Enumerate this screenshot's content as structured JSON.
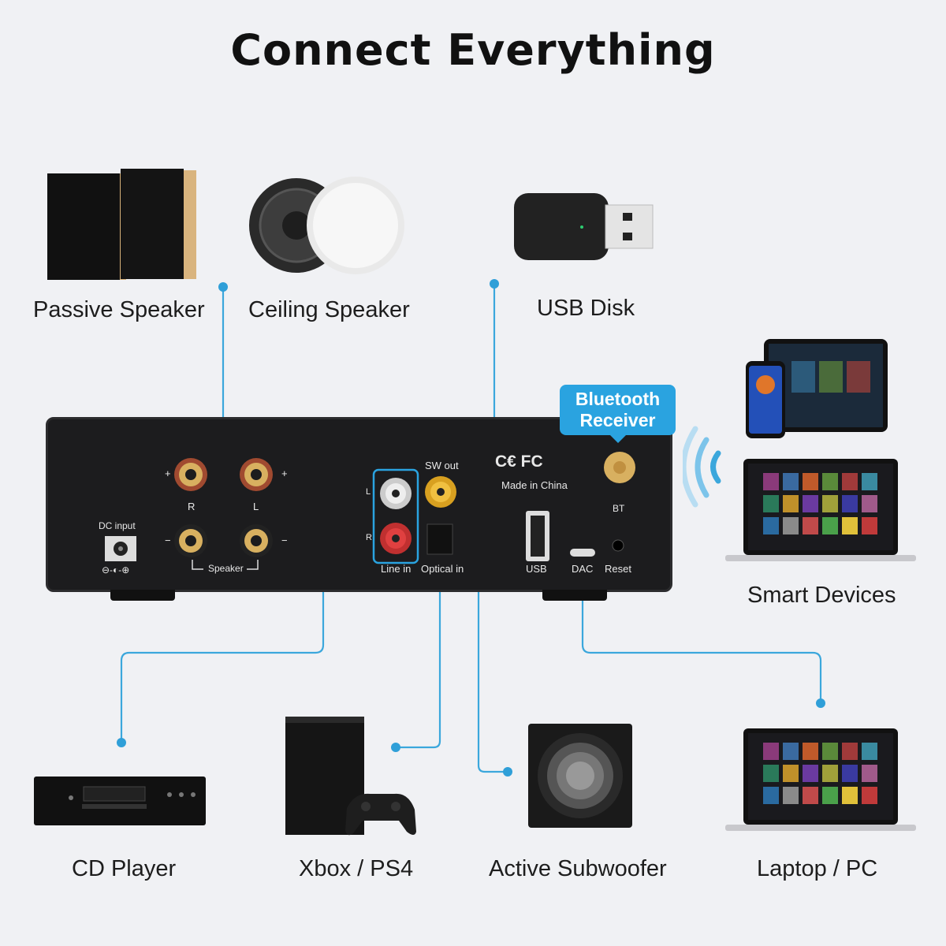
{
  "title": "Connect Everything",
  "devices": {
    "passive_speaker": "Passive Speaker",
    "ceiling_speaker": "Ceiling Speaker",
    "usb_disk": "USB Disk",
    "smart_devices": "Smart Devices",
    "cd_player": "CD Player",
    "xbox_ps4": "Xbox / PS4",
    "active_subwoofer": "Active Subwoofer",
    "laptop_pc": "Laptop / PC"
  },
  "badge": {
    "line1": "Bluetooth",
    "line2": "Receiver"
  },
  "panel": {
    "dc_input": "DC input",
    "speaker": "Speaker",
    "r": "R",
    "l": "L",
    "plus": "+",
    "minus": "−",
    "sw_out": "SW out",
    "line_in": "Line in",
    "optical_in": "Optical in",
    "made_in": "Made in China",
    "ce_fcc": "C€ FC",
    "usb": "USB",
    "dac": "DAC",
    "reset": "Reset",
    "bt": "BT",
    "polarity": "⊖-◐-⊕"
  },
  "colors": {
    "accent": "#2aa3e0",
    "line": "#3ba7dc",
    "background": "#f0f1f4",
    "panel": "#1c1c1e"
  }
}
